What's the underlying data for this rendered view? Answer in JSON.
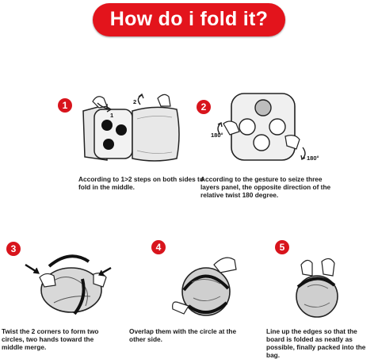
{
  "title": "How do i fold it?",
  "accent_color": "#e3141c",
  "steps": [
    {
      "number": "1",
      "caption": "According to 1>2 steps on both sides to fold in the middle.",
      "labels": [
        "1",
        "2"
      ],
      "icon": "fold-board-illustration"
    },
    {
      "number": "2",
      "caption": "According to the gesture to seize three layers panel, the opposite direction of the relative twist 180 degree.",
      "labels": [
        "180°",
        "180°"
      ],
      "icon": "twist-board-illustration"
    },
    {
      "number": "3",
      "caption": "Twist the 2 corners to form two circles, two hands toward the middle merge.",
      "icon": "form-circles-illustration"
    },
    {
      "number": "4",
      "caption": "Overlap them with the circle at the other side.",
      "icon": "overlap-circles-illustration"
    },
    {
      "number": "5",
      "caption": "Line up the edges so that the board is folded as neatly as possible, finally packed into the bag.",
      "icon": "pack-bag-illustration"
    }
  ]
}
